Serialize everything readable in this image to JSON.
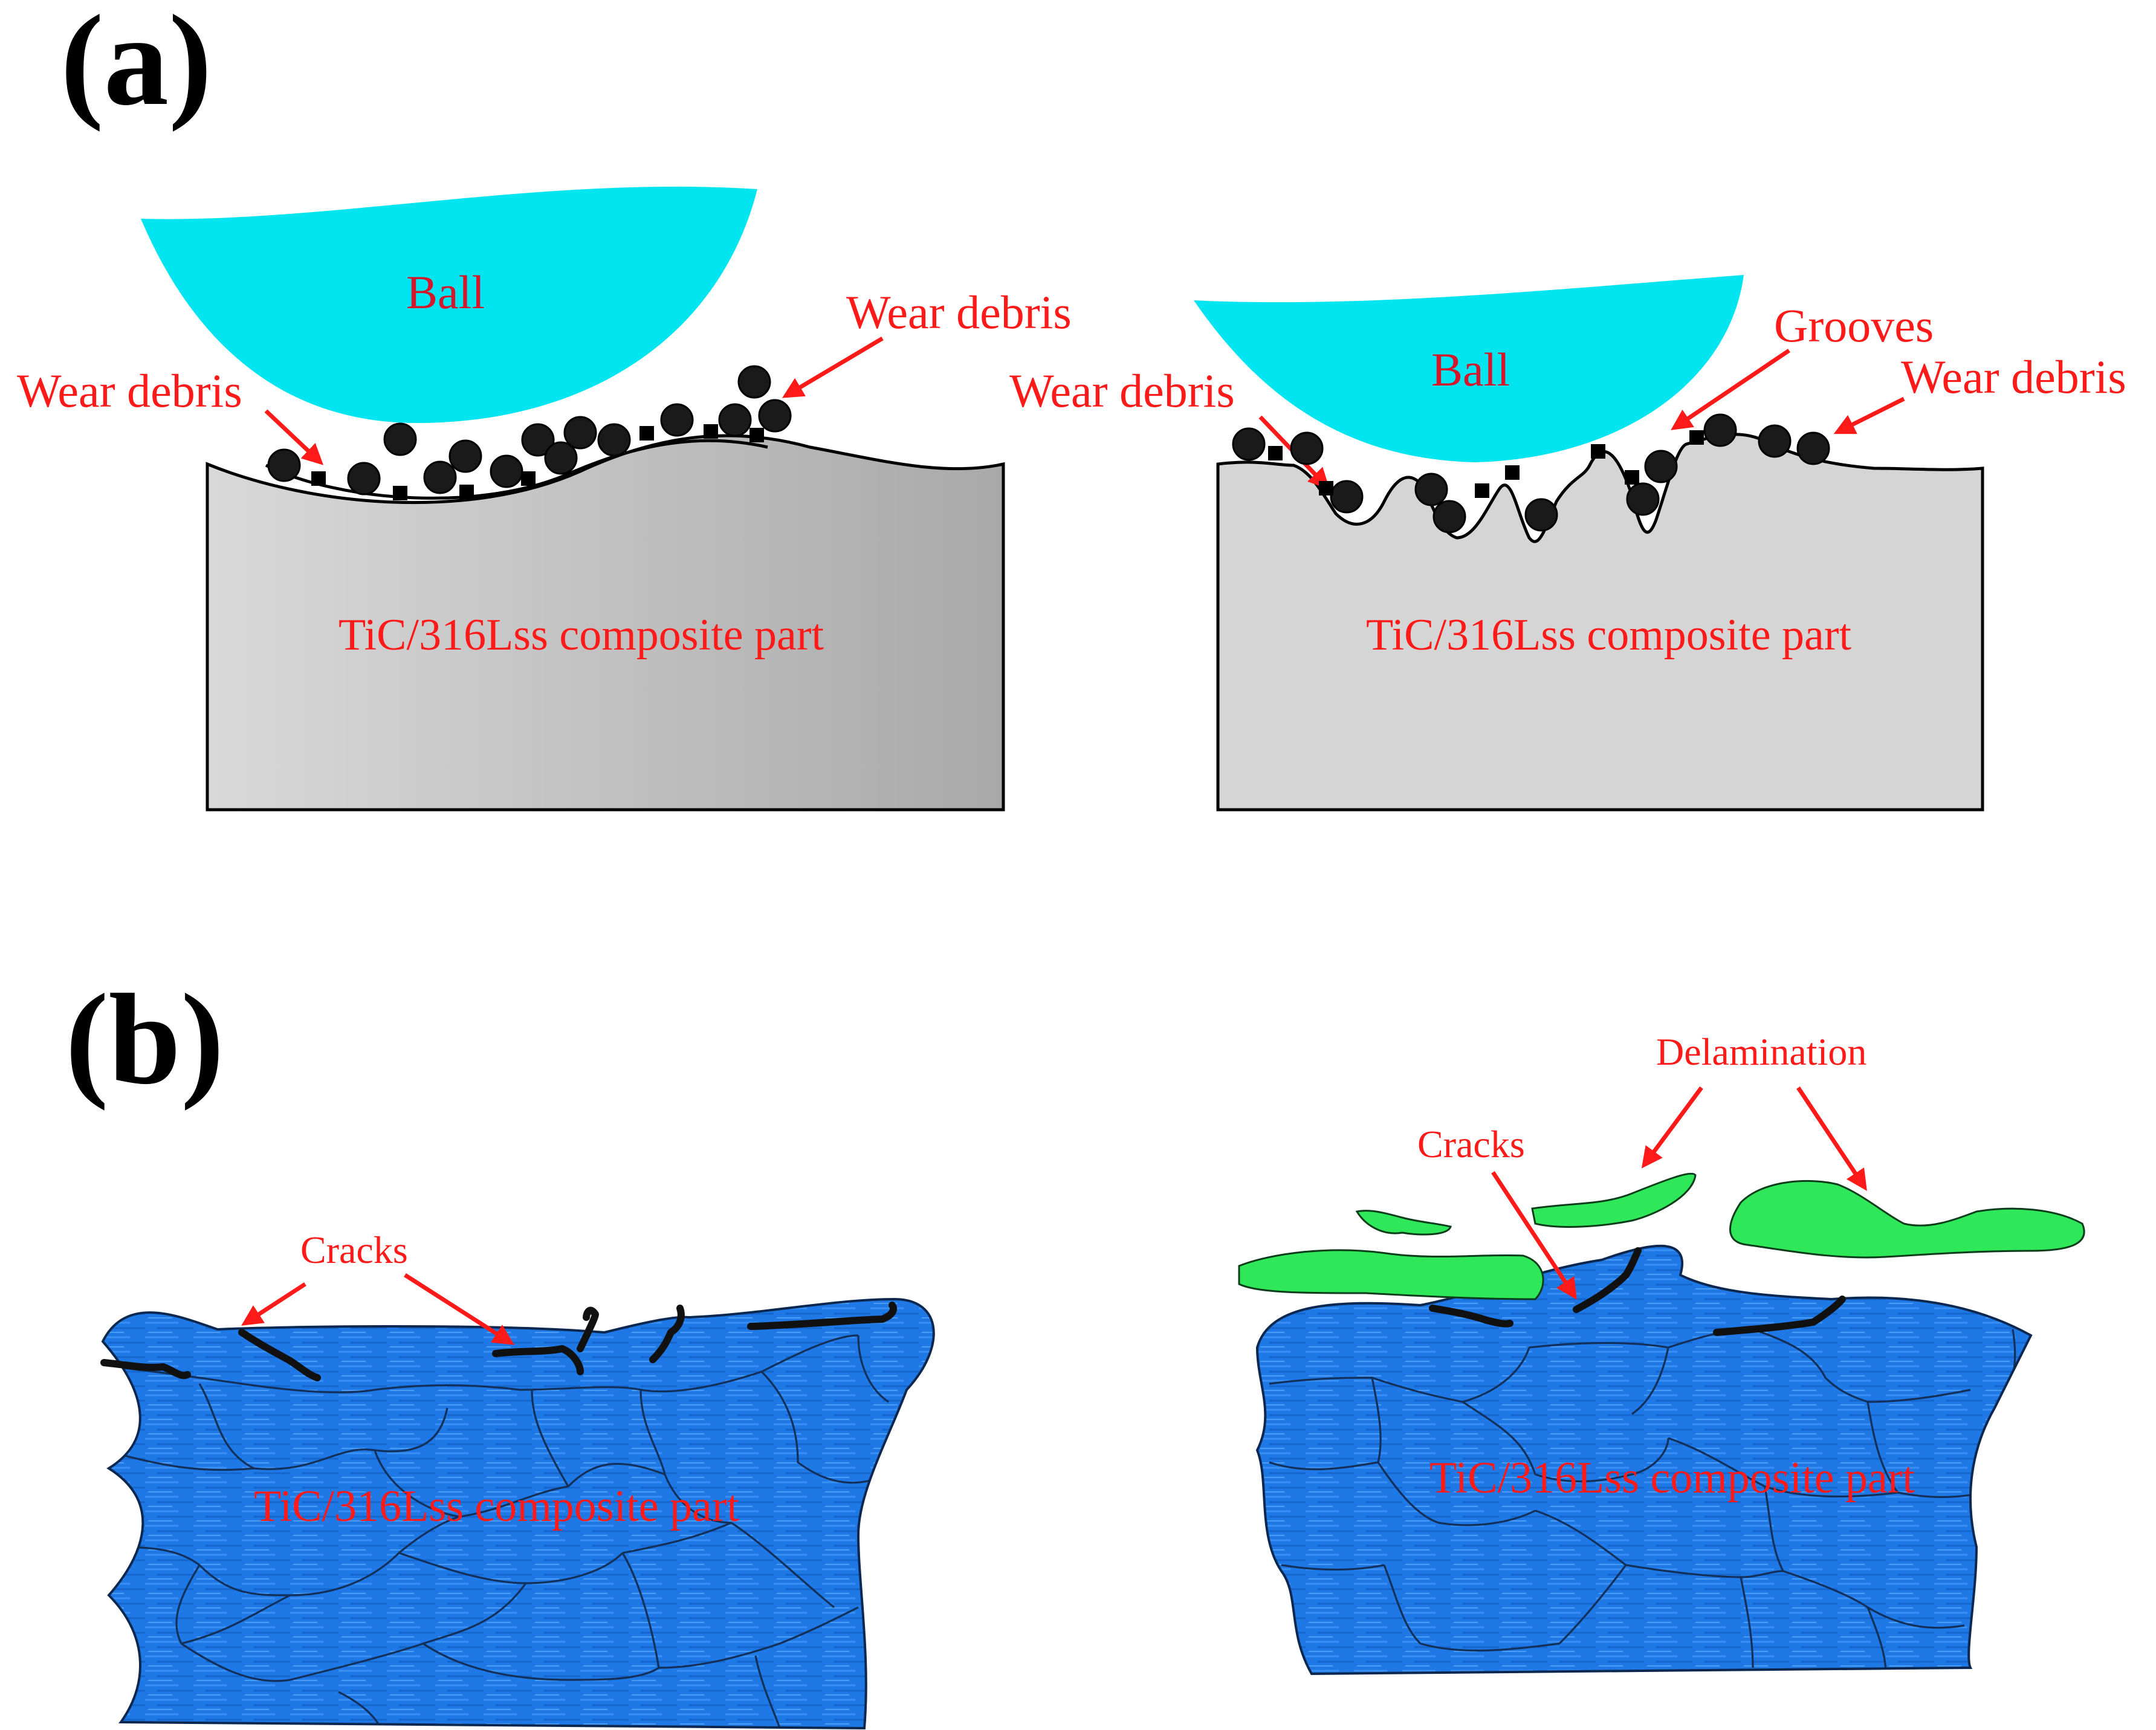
{
  "panels": {
    "a": {
      "letter": "(a)",
      "left": {
        "ball_label": "Ball",
        "part_label": "TiC/316Lss composite part",
        "debris_left_label": "Wear debris",
        "debris_right_label": "Wear debris"
      },
      "right": {
        "ball_label": "Ball",
        "part_label": "TiC/316Lss composite part",
        "debris_left_label": "Wear debris",
        "grooves_label": "Grooves",
        "debris_right_label": "Wear debris"
      }
    },
    "b": {
      "letter": "(b)",
      "left": {
        "cracks_label": "Cracks",
        "part_label": "TiC/316Lss composite part"
      },
      "right": {
        "cracks_label": "Cracks",
        "delamination_label": "Delamination",
        "part_label": "TiC/316Lss composite part"
      }
    }
  },
  "colors": {
    "ball": "#00e5f0",
    "part_gray": "#c8c8c8",
    "grain_blue": "#1c73e0",
    "delamination_green": "#2ee85a",
    "label_red": "#ff1a1a"
  }
}
